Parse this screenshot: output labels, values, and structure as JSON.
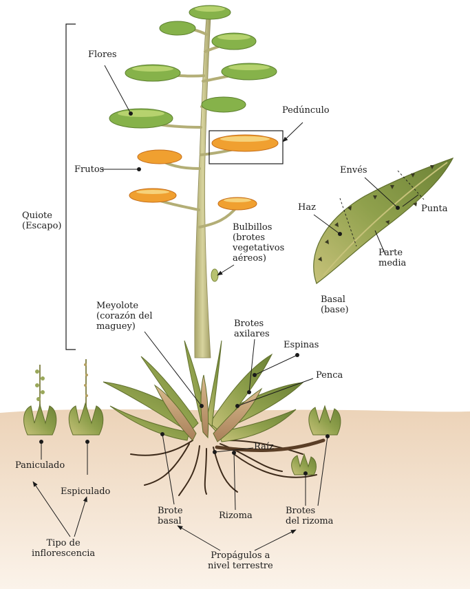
{
  "labels": {
    "flores": "Flores",
    "pedunculo": "Pedúnculo",
    "frutos": "Frutos",
    "quiote": [
      "Quiote",
      "(Escapo)"
    ],
    "bulbillos": [
      "Bulbillos",
      "(brotes",
      "vegetativos",
      "aéreos)"
    ],
    "enves": "Envés",
    "haz": "Haz",
    "punta": "Punta",
    "parte_media": [
      "Parte",
      "media"
    ],
    "basal": [
      "Basal",
      "(base)"
    ],
    "meyolote": [
      "Meyolote",
      "(corazón del",
      "maguey)"
    ],
    "brotes_axilares": [
      "Brotes",
      "axilares"
    ],
    "espinas": "Espinas",
    "penca": "Penca",
    "raiz": "Raíz",
    "paniculado": "Paniculado",
    "espiculado": "Espiculado",
    "brote_basal": [
      "Brote",
      "basal"
    ],
    "rizoma": "Rizoma",
    "brotes_rizoma": [
      "Brotes",
      "del rizoma"
    ],
    "tipo_inflorescencia": [
      "Tipo de",
      "inflorescencia"
    ],
    "propagulos": [
      "Propágulos a",
      "nivel terrestre"
    ]
  },
  "colors": {
    "ground": "#e9cfb4",
    "stalk": "#c4c08a",
    "flower_green": "#86b24a",
    "fruit_orange": "#f0a030",
    "leaf_green": "#8a9a4a",
    "penca_tan": "#c9a577",
    "root": "#3d2a1a",
    "line": "#1a1a1a"
  }
}
